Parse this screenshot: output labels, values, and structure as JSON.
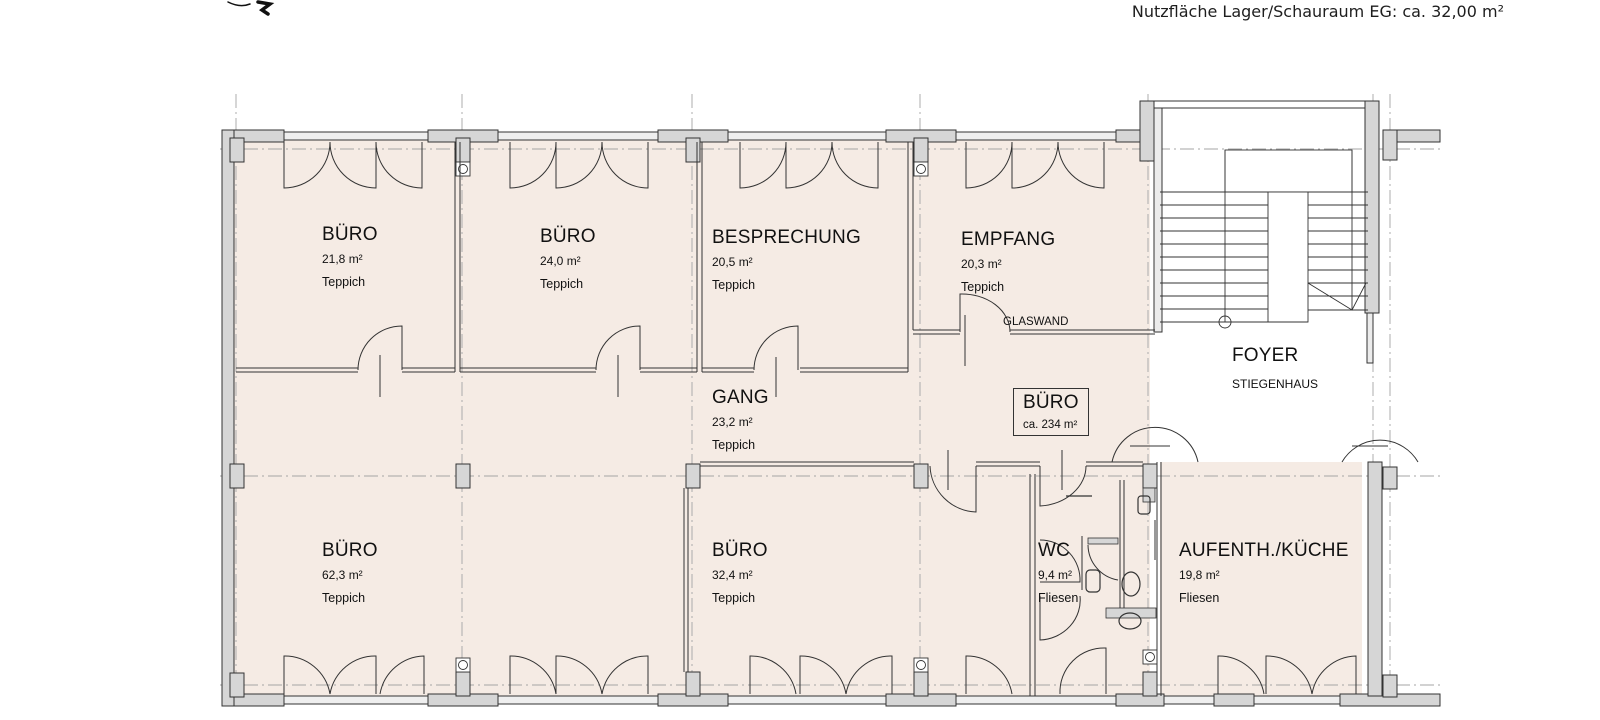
{
  "header": {
    "note": "Nutzfläche Lager/Schauraum EG: ca. 32,00 m²"
  },
  "colors": {
    "floor": "#f5ebe4",
    "wall_fill": "#d6d6d6",
    "line": "#333333",
    "axis": "#9a9a9a",
    "background": "#ffffff"
  },
  "rooms": [
    {
      "id": "buero-1",
      "name": "BÜRO",
      "area": "21,8 m²",
      "floor": "Teppich"
    },
    {
      "id": "buero-2",
      "name": "BÜRO",
      "area": "24,0 m²",
      "floor": "Teppich"
    },
    {
      "id": "besprechung",
      "name": "BESPRECHUNG",
      "area": "20,5 m²",
      "floor": "Teppich"
    },
    {
      "id": "empfang",
      "name": "EMPFANG",
      "area": "20,3 m²",
      "floor": "Teppich"
    },
    {
      "id": "foyer",
      "name": "FOYER",
      "sub": "STIEGENHAUS"
    },
    {
      "id": "gang",
      "name": "GANG",
      "area": "23,2 m²",
      "floor": "Teppich"
    },
    {
      "id": "buero-total",
      "name": "BÜRO",
      "area": "ca. 234 m²"
    },
    {
      "id": "buero-3",
      "name": "BÜRO",
      "area": "62,3 m²",
      "floor": "Teppich"
    },
    {
      "id": "buero-4",
      "name": "BÜRO",
      "area": "32,4 m²",
      "floor": "Teppich"
    },
    {
      "id": "wc",
      "name": "WC",
      "area": "9,4 m²",
      "floor": "Fliesen"
    },
    {
      "id": "kueche",
      "name": "AUFENTH./KÜCHE",
      "area": "19,8 m²",
      "floor": "Fliesen"
    }
  ],
  "annotations": {
    "glaswand": "GLASWAND"
  }
}
